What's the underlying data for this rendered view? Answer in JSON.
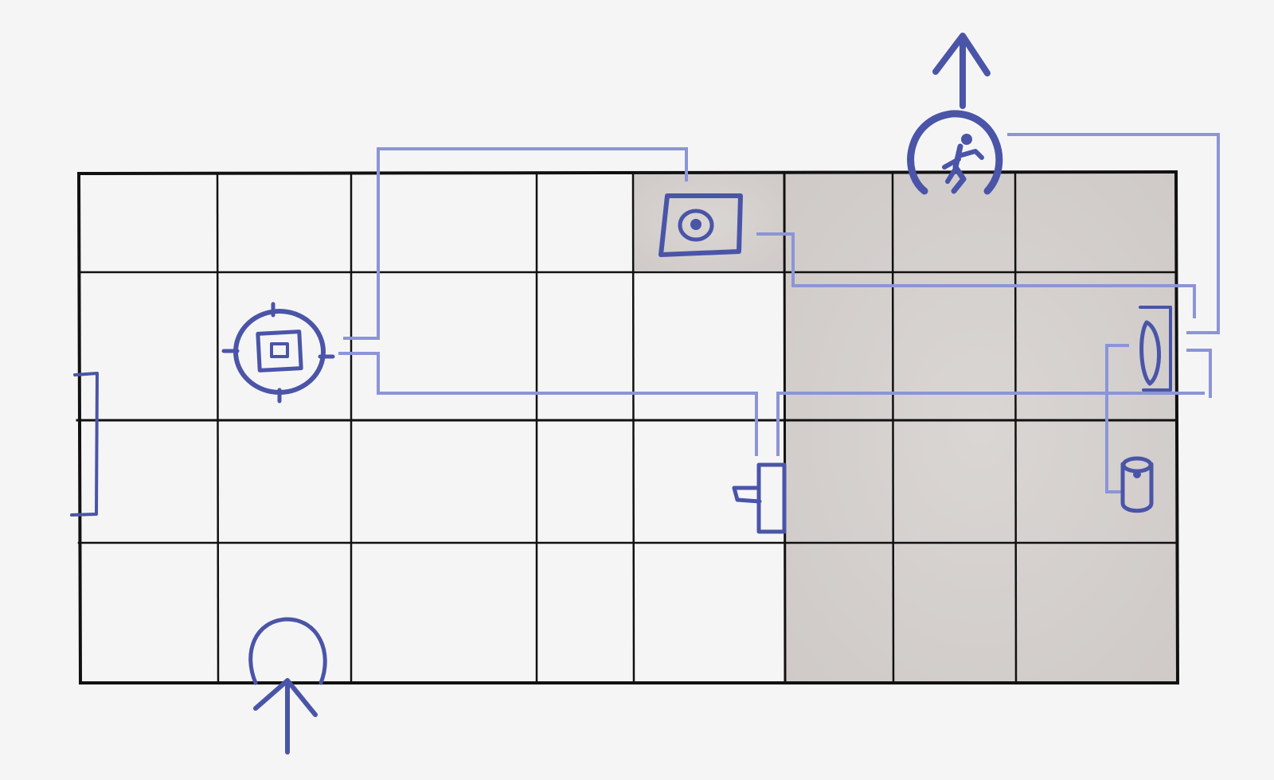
{
  "diagram": {
    "kind": "puzzle-chamber-sketch",
    "grid": {
      "columns": 8,
      "rows": 4
    },
    "colors": {
      "background": "#f6f5f6",
      "grid_line": "#111111",
      "grey_floor": "#d5d0ce",
      "ink": "#4a55a8",
      "wire": "#8b95d6"
    },
    "elements": [
      {
        "name": "entrance",
        "icon": "entrance-door-arrow-in-icon"
      },
      {
        "name": "exit",
        "icon": "exit-door-with-figure-arrow-out-icon"
      },
      {
        "name": "target",
        "icon": "crosshair-target-icon"
      },
      {
        "name": "floor-button",
        "icon": "square-floor-button-icon"
      },
      {
        "name": "panel-a",
        "icon": "side-panel-icon"
      },
      {
        "name": "panel-b",
        "icon": "side-panel-icon"
      },
      {
        "name": "left-wall-marker",
        "icon": "bracket-icon"
      },
      {
        "name": "cylinder",
        "icon": "cylinder-icon"
      }
    ]
  }
}
